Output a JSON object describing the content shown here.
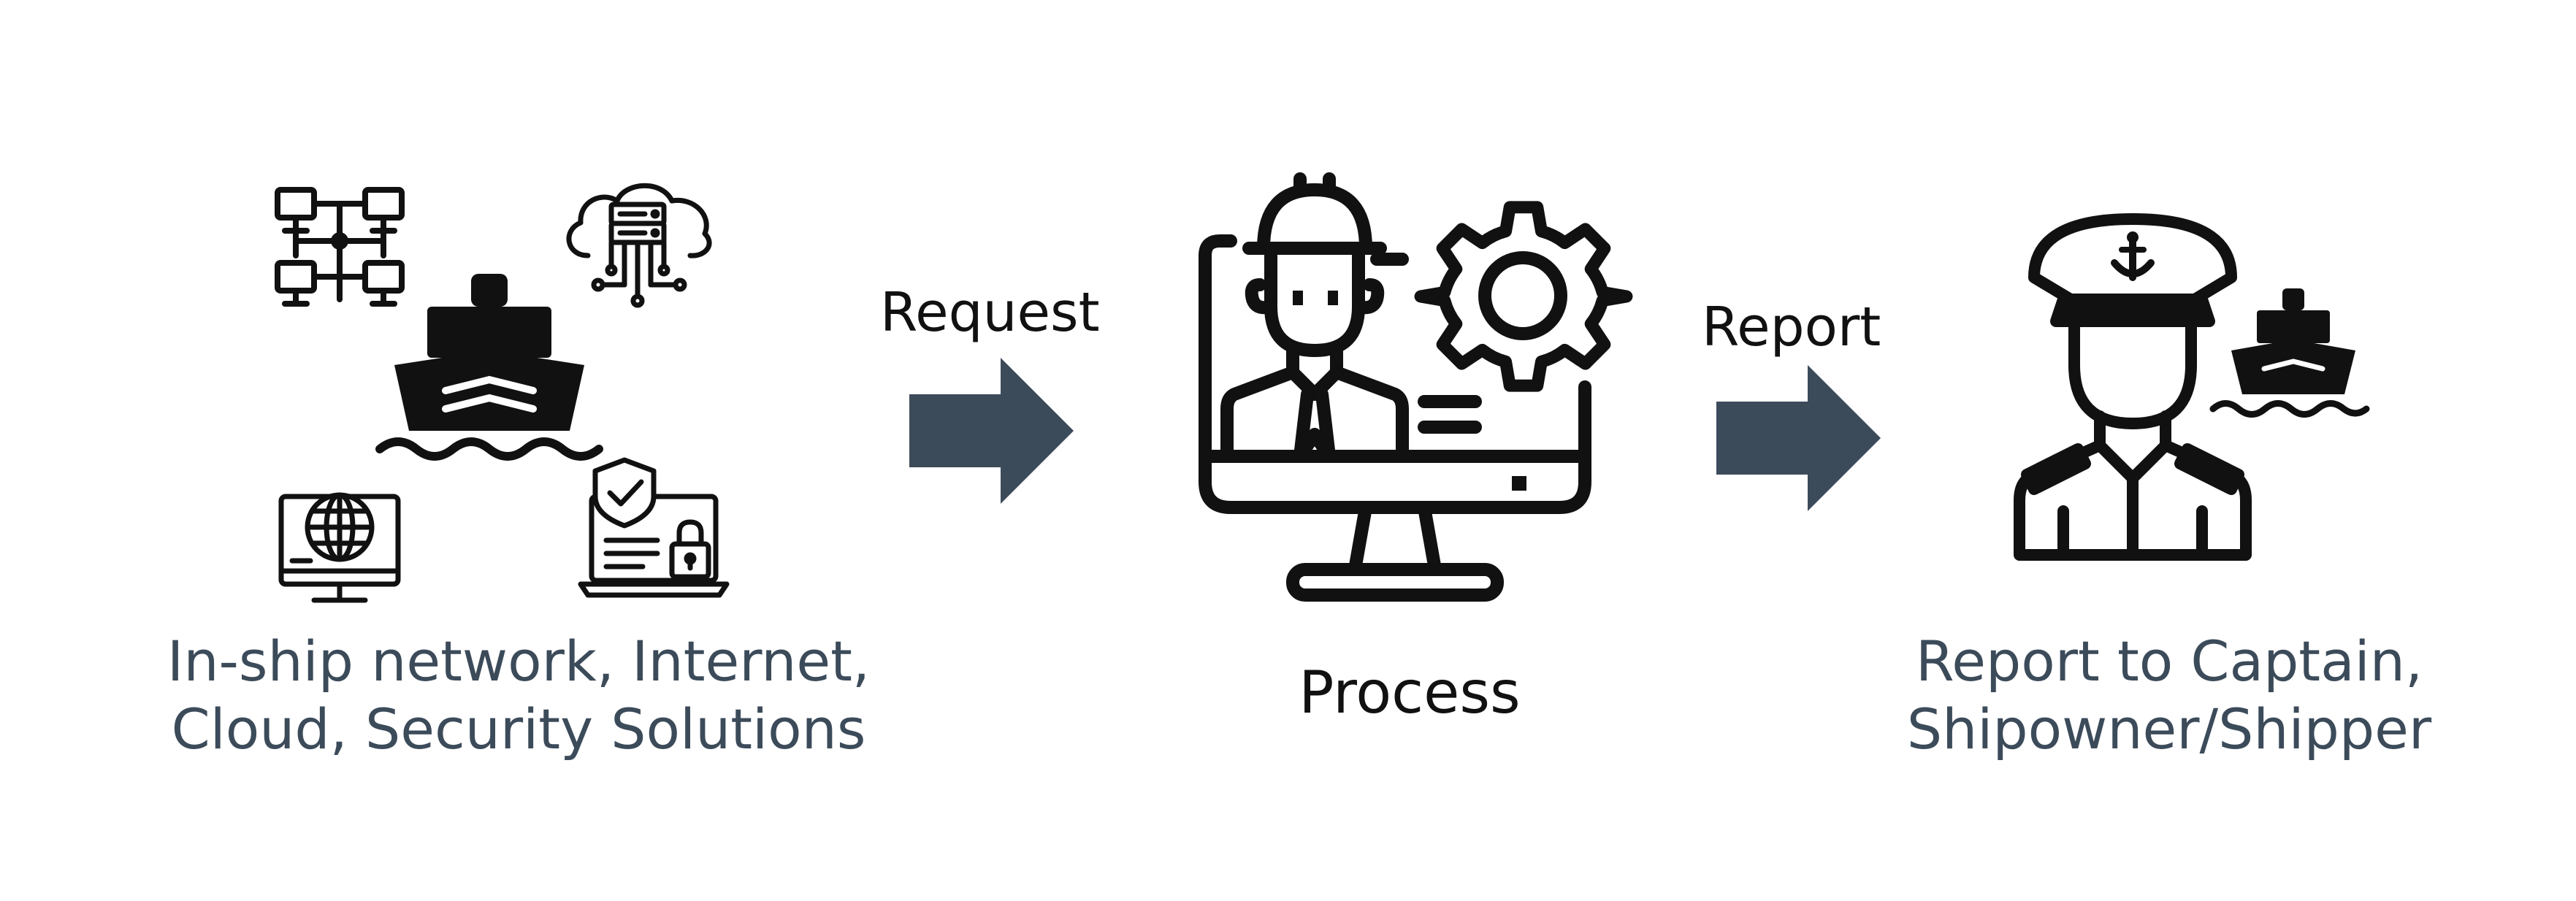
{
  "colors": {
    "arrow": "#3c4b5a",
    "caption_muted": "#3c4b5a",
    "caption_dark": "#111111",
    "icon_stroke": "#111111"
  },
  "sources": {
    "caption_line1": "In-ship network, Internet,",
    "caption_line2": "Cloud, Security Solutions",
    "icons": [
      "network-icon",
      "cloud-server-icon",
      "ship-icon",
      "globe-monitor-icon",
      "security-laptop-icon"
    ]
  },
  "flow": {
    "request_label": "Request",
    "report_label": "Report"
  },
  "process": {
    "caption": "Process",
    "icons": [
      "engineer-monitor-icon",
      "gear-icon"
    ]
  },
  "report": {
    "caption_line1": "Report to Captain,",
    "caption_line2": "Shipowner/Shipper",
    "icons": [
      "captain-icon",
      "small-ship-icon"
    ]
  }
}
